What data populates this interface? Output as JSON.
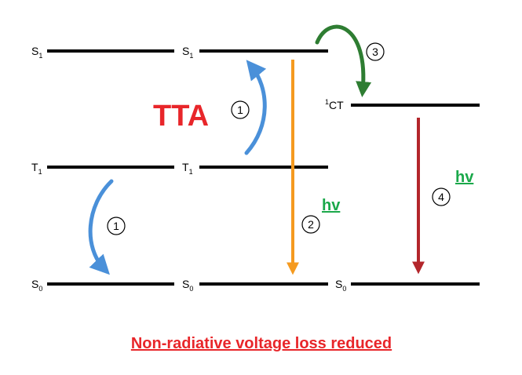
{
  "diagram": {
    "levels": {
      "left": {
        "s1": {
          "main": "S",
          "sub": "1"
        },
        "t1": {
          "main": "T",
          "sub": "1"
        },
        "s0": {
          "main": "S",
          "sub": "0"
        }
      },
      "middle": {
        "s1": {
          "main": "S",
          "sub": "1"
        },
        "t1": {
          "main": "T",
          "sub": "1"
        },
        "s0": {
          "main": "S",
          "sub": "0"
        }
      },
      "right": {
        "ct": {
          "sup": "1",
          "main": "CT"
        },
        "s0": {
          "main": "S",
          "sub": "0"
        }
      }
    },
    "tta_label": "TTA",
    "hv_label_middle": "hv",
    "hv_label_right": "hv",
    "step_numbers": {
      "left_down": "1",
      "middle_up": "1",
      "middle_down": "2",
      "transfer": "3",
      "right_down": "4"
    },
    "caption": "Non-radiative voltage loss reduced"
  },
  "colors": {
    "level_line": "#000000",
    "tta_red": "#e8262a",
    "hv_green": "#1aa84a",
    "caption_red": "#e8262a",
    "blue_arrow": "#4a90d9",
    "orange_arrow": "#f59a1f",
    "green_arrow": "#2e7d32",
    "darkred_arrow": "#b3262b"
  }
}
